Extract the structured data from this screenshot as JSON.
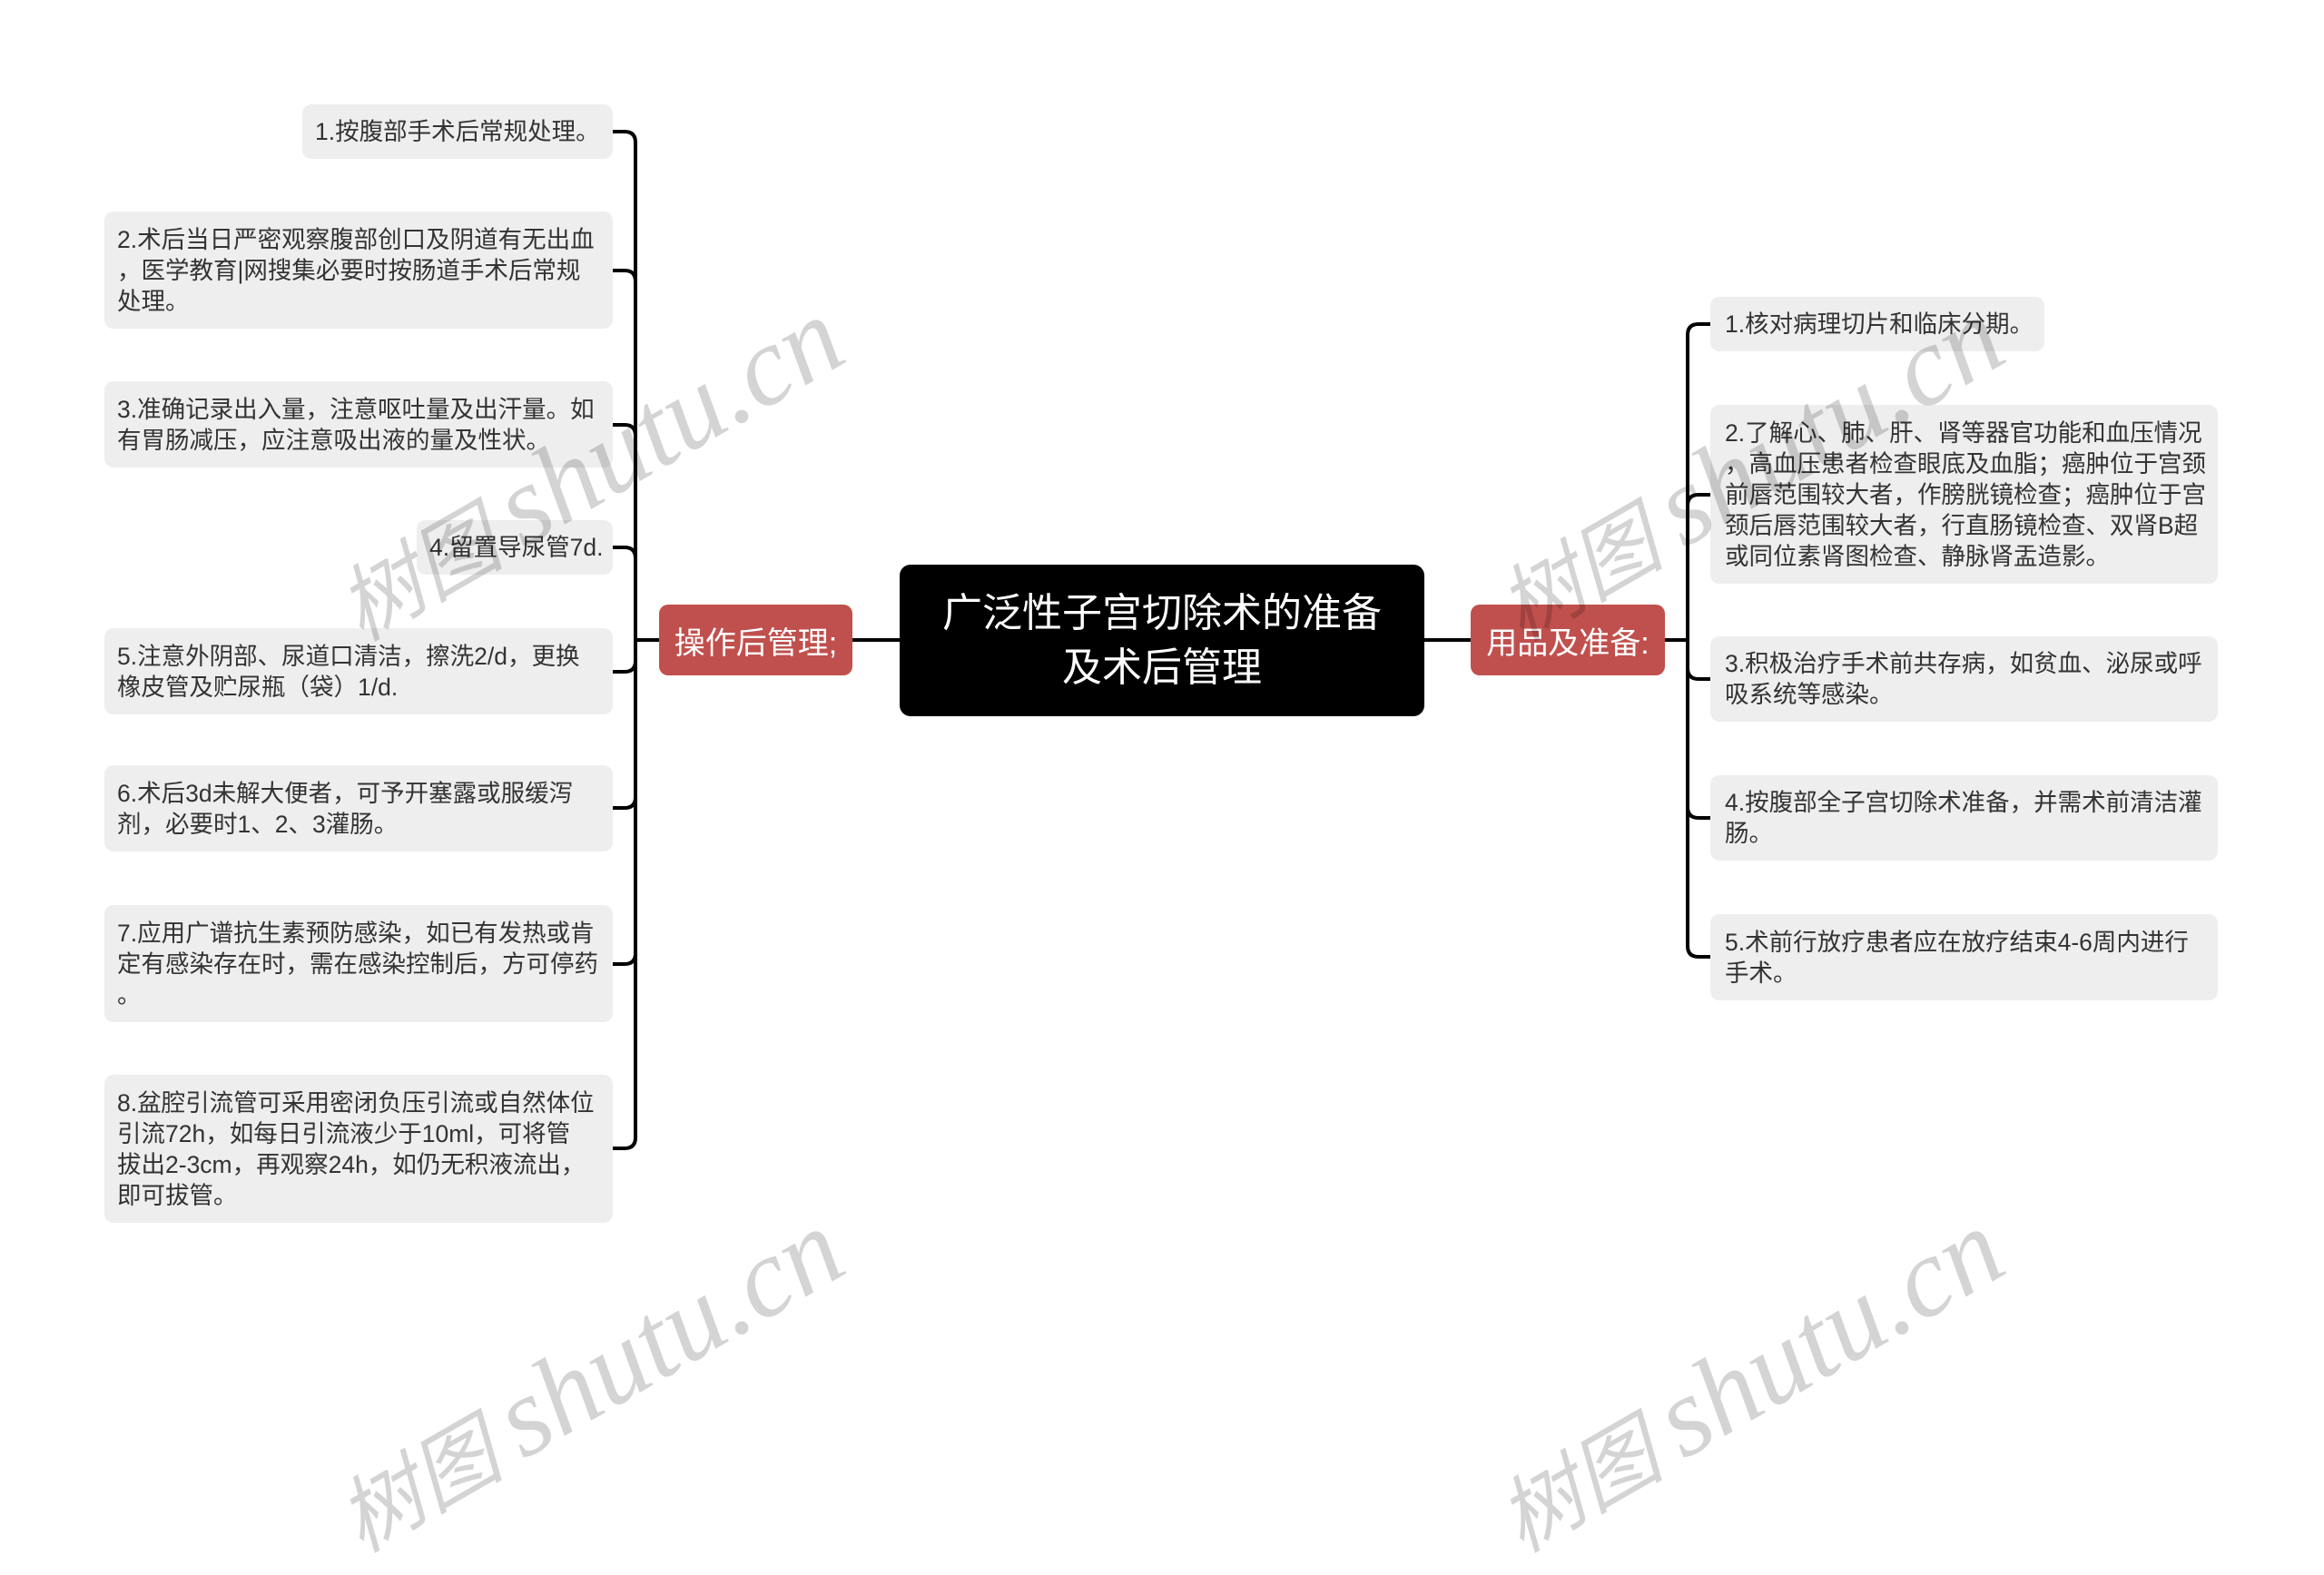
{
  "colors": {
    "accent": "#c0504d",
    "root_bg": "#000000",
    "child_bg": "#eeeeee",
    "child_text": "#333333",
    "line": "#000000"
  },
  "root": {
    "lines": [
      "广泛性子宫切除术的准备",
      "及术后管理"
    ]
  },
  "branches": {
    "left": {
      "label": "操作后管理;",
      "items": [
        {
          "lines": [
            "1.按腹部手术后常规处理。"
          ]
        },
        {
          "lines": [
            "2.术后当日严密观察腹部创口及阴道有无出血",
            "，医学教育|网搜集必要时按肠道手术后常规",
            "处理。"
          ]
        },
        {
          "lines": [
            "3.准确记录出入量，注意呕吐量及出汗量。如",
            "有胃肠减压，应注意吸出液的量及性状。"
          ]
        },
        {
          "lines": [
            "4.留置导尿管7d."
          ]
        },
        {
          "lines": [
            "5.注意外阴部、尿道口清洁，擦洗2/d，更换",
            "橡皮管及贮尿瓶（袋）1/d."
          ]
        },
        {
          "lines": [
            "6.术后3d未解大便者，可予开塞露或服缓泻",
            "剂，必要时1、2、3灌肠。"
          ]
        },
        {
          "lines": [
            "7.应用广谱抗生素预防感染，如已有发热或肯",
            "定有感染存在时，需在感染控制后，方可停药",
            "。"
          ]
        },
        {
          "lines": [
            "8.盆腔引流管可采用密闭负压引流或自然体位",
            "引流72h，如每日引流液少于10ml，可将管",
            "拔出2-3cm，再观察24h，如仍无积液流出，",
            "即可拔管。"
          ]
        }
      ]
    },
    "right": {
      "label": "用品及准备:",
      "items": [
        {
          "lines": [
            "1.核对病理切片和临床分期。"
          ]
        },
        {
          "lines": [
            "2.了解心、肺、肝、肾等器官功能和血压情况",
            "，高血压患者检查眼底及血脂；癌肿位于宫颈",
            "前唇范围较大者，作膀胱镜检查；癌肿位于宫",
            "颈后唇范围较大者，行直肠镜检查、双肾B超",
            "或同位素肾图检查、静脉肾盂造影。"
          ]
        },
        {
          "lines": [
            "3.积极治疗手术前共存病，如贫血、泌尿或呼",
            "吸系统等感染。"
          ]
        },
        {
          "lines": [
            "4.按腹部全子宫切除术准备，并需术前清洁灌",
            "肠。"
          ]
        },
        {
          "lines": [
            "5.术前行放疗患者应在放疗结束4-6周内进行",
            "手术。"
          ]
        }
      ]
    }
  },
  "watermark": {
    "cjk": "树图",
    "latin": "shutu.cn"
  }
}
